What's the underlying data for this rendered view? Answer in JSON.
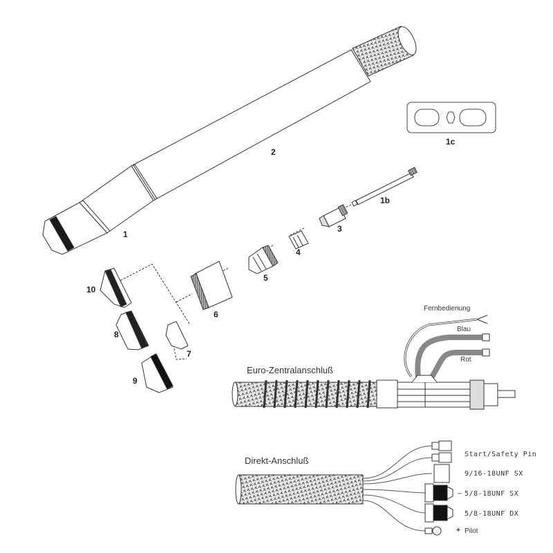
{
  "diagram": {
    "type": "exploded-parts-diagram",
    "subject": "plasma cutting torch with cable connections",
    "colors": {
      "line": "#333333",
      "fill": "#ffffff",
      "dark": "#1a1a1a",
      "braid": "#888888"
    }
  },
  "parts": {
    "p1": "1",
    "p1b": "1b",
    "p1c": "1c",
    "p2": "2",
    "p3": "3",
    "p4": "4",
    "p5": "5",
    "p6": "6",
    "p7": "7",
    "p8": "8",
    "p9": "9",
    "p10": "10"
  },
  "euro": {
    "title": "Euro-Zentralanschluß",
    "remote": "Fernbedienung",
    "blue": "Blau",
    "red": "Rot"
  },
  "direct": {
    "title": "Direkt-Anschluß",
    "connectors": [
      {
        "label": "Start/Safety Pin",
        "sign": ""
      },
      {
        "label": "9/16-18UNF SX",
        "sign": ""
      },
      {
        "label": "5/8-18UNF SX",
        "sign": "−"
      },
      {
        "label": "5/8-18UNF DX",
        "sign": ""
      },
      {
        "label": "Pilot",
        "sign": "+"
      }
    ]
  }
}
